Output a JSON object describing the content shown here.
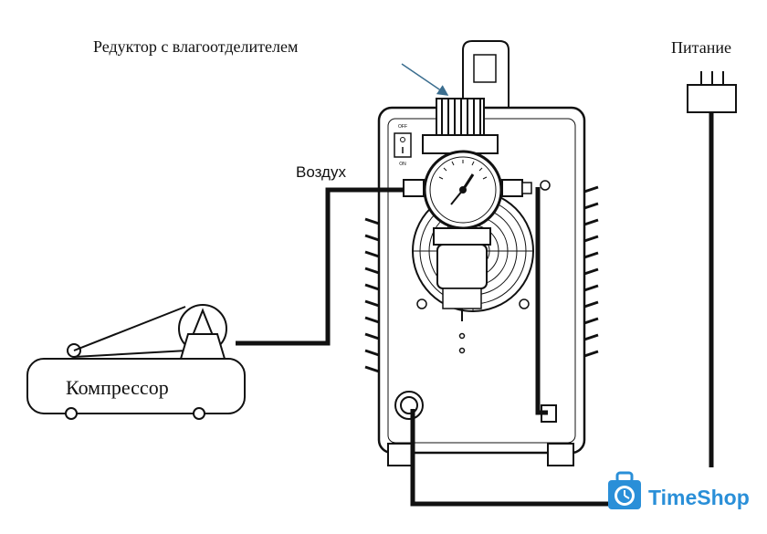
{
  "labels": {
    "regulator": "Редуктор с влагоотделителем",
    "power": "Питание",
    "air": "Воздух",
    "compressor": "Компрессор"
  },
  "switch": {
    "off": "OFF",
    "on": "ON"
  },
  "logo": {
    "text": "TimeShop",
    "color": "#2a8fd8"
  }
}
